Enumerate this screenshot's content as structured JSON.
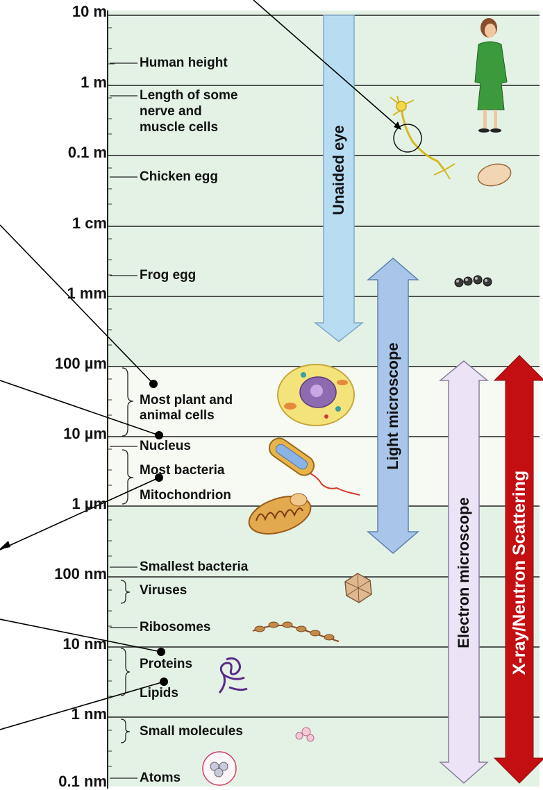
{
  "scale_marks": [
    "10 m",
    "1 m",
    "0.1 m",
    "1 cm",
    "1 mm",
    "100 µm",
    "10 µm",
    "1 µm",
    "100 nm",
    "10 nm",
    "1 nm",
    "0.1 nm"
  ],
  "items": [
    "Human height",
    "Length of some",
    "nerve and",
    "muscle cells",
    "Chicken egg",
    "Frog egg",
    "Most plant and",
    "animal cells",
    "Nucleus",
    "Most bacteria",
    "Mitochondrion",
    "Smallest bacteria",
    "Viruses",
    "Ribosomes",
    "Proteins",
    "Lipids",
    "Small molecules",
    "Atoms"
  ],
  "ranges": {
    "unaided_eye": "Unaided eye",
    "light_microscope": "Light microscope",
    "electron_microscope": "Electron microscope",
    "xray_neutron": "X-ray/Neutron Scattering"
  },
  "colors": {
    "chart_bg": "#e4f2e6",
    "unaided_eye_arrow": "#b8dcf2",
    "light_microscope_arrow": "#a9c6ea",
    "electron_microscope_arrow": "#ece3f6",
    "xray_neutron_arrow": "#c40f12"
  },
  "icons": [
    "woman-icon",
    "neuron-icon",
    "chicken-egg-icon",
    "frog-eggs-icon",
    "animal-cell-icon",
    "bacterium-icon",
    "mitochondrion-icon",
    "virus-icon",
    "ribosome-icon",
    "protein-icon",
    "small-molecule-icon",
    "atom-icon"
  ]
}
